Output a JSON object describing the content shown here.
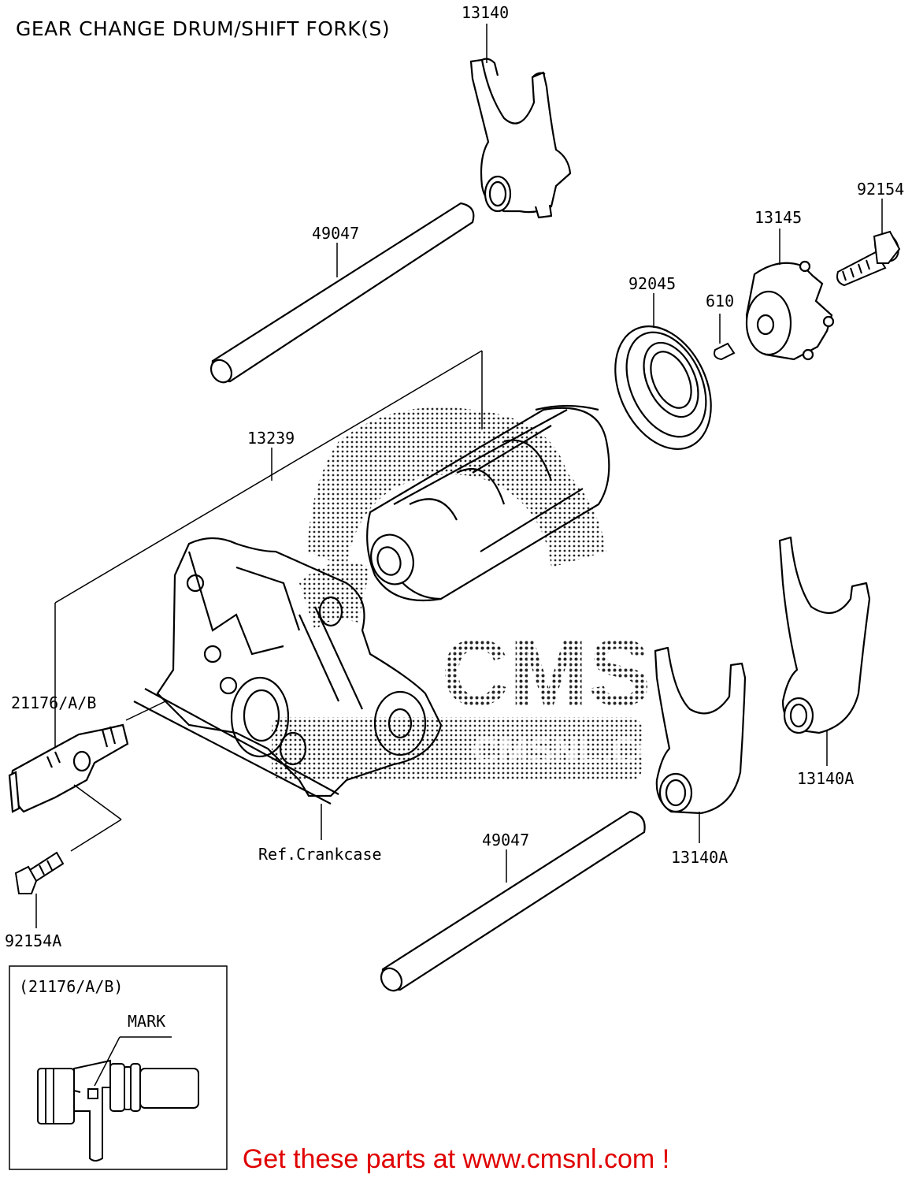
{
  "diagram": {
    "title": "GEAR CHANGE DRUM/SHIFT FORK(S)",
    "callouts": {
      "fork_top": "13140",
      "shaft_top": "49047",
      "bolt_right": "92154",
      "holder": "13145",
      "bearing": "92045",
      "pin": "610",
      "drum": "13239",
      "sensor": "21176/A/B",
      "fork_right": "13140A",
      "fork_middle": "13140A",
      "shaft_bottom": "49047",
      "crankcase_ref": "Ref.Crankcase",
      "bolt_left": "92154A"
    },
    "detail_box": {
      "title": "(21176/A/B)",
      "mark_label": "MARK"
    }
  },
  "watermark": {
    "brand": "CMS",
    "site": "CMSNL.COM",
    "color": "#000000"
  },
  "footer": {
    "promo": "Get these parts at www.cmsnl.com !",
    "color": "#e00000"
  }
}
